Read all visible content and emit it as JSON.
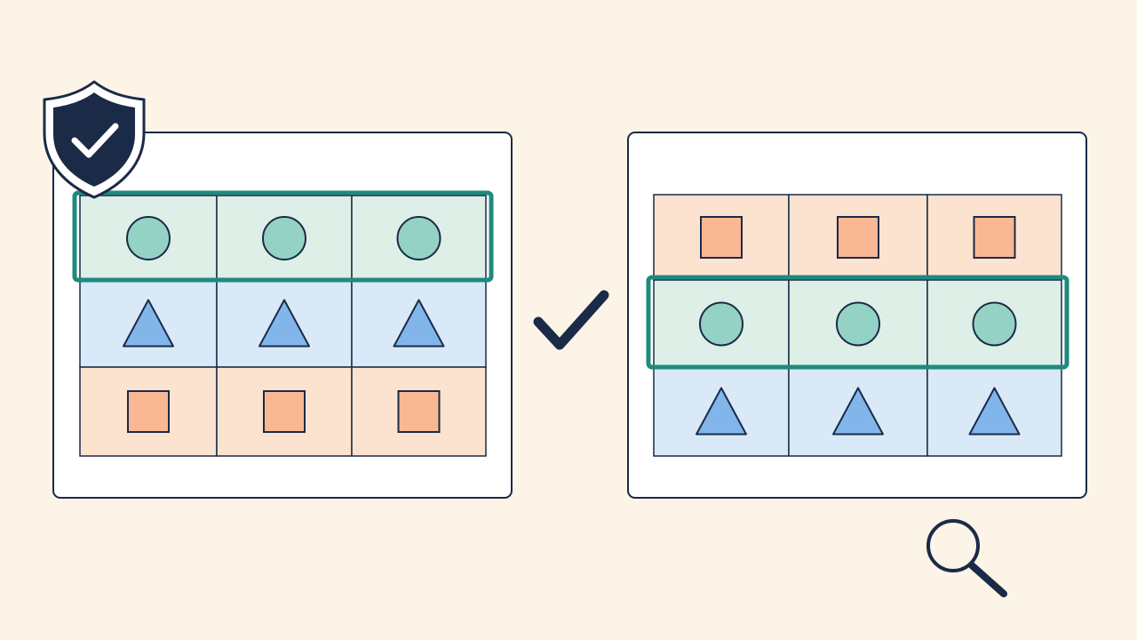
{
  "colors": {
    "background": "#FCF4E6",
    "panel_fill": "#FFFFFF",
    "outline": "#1B2A47",
    "grid_line": "#1B2A47",
    "highlight_border": "#1E8A7E",
    "row_circle_fill": "#DDEFE6",
    "row_triangle_fill": "#D9E9F8",
    "row_square_fill": "#FBE3CF",
    "circle_fill": "#94D2C6",
    "triangle_fill": "#82B6EB",
    "square_fill": "#F9B893",
    "shield_fill": "#1B2A47",
    "check_color": "#1B2A47"
  },
  "panels": [
    {
      "name": "left-grid-panel",
      "rows": [
        {
          "shape": "circle",
          "count": 3,
          "highlighted": true
        },
        {
          "shape": "triangle",
          "count": 3,
          "highlighted": false
        },
        {
          "shape": "square",
          "count": 3,
          "highlighted": false
        }
      ],
      "badge": "shield-check-icon"
    },
    {
      "name": "right-grid-panel",
      "rows": [
        {
          "shape": "square",
          "count": 3,
          "highlighted": false
        },
        {
          "shape": "circle",
          "count": 3,
          "highlighted": true
        },
        {
          "shape": "triangle",
          "count": 3,
          "highlighted": false
        }
      ],
      "badge": "magnifier-icon"
    }
  ],
  "icons": {
    "shield": "shield-check-icon",
    "center_mark": "checkmark-icon",
    "search": "magnifier-icon"
  }
}
